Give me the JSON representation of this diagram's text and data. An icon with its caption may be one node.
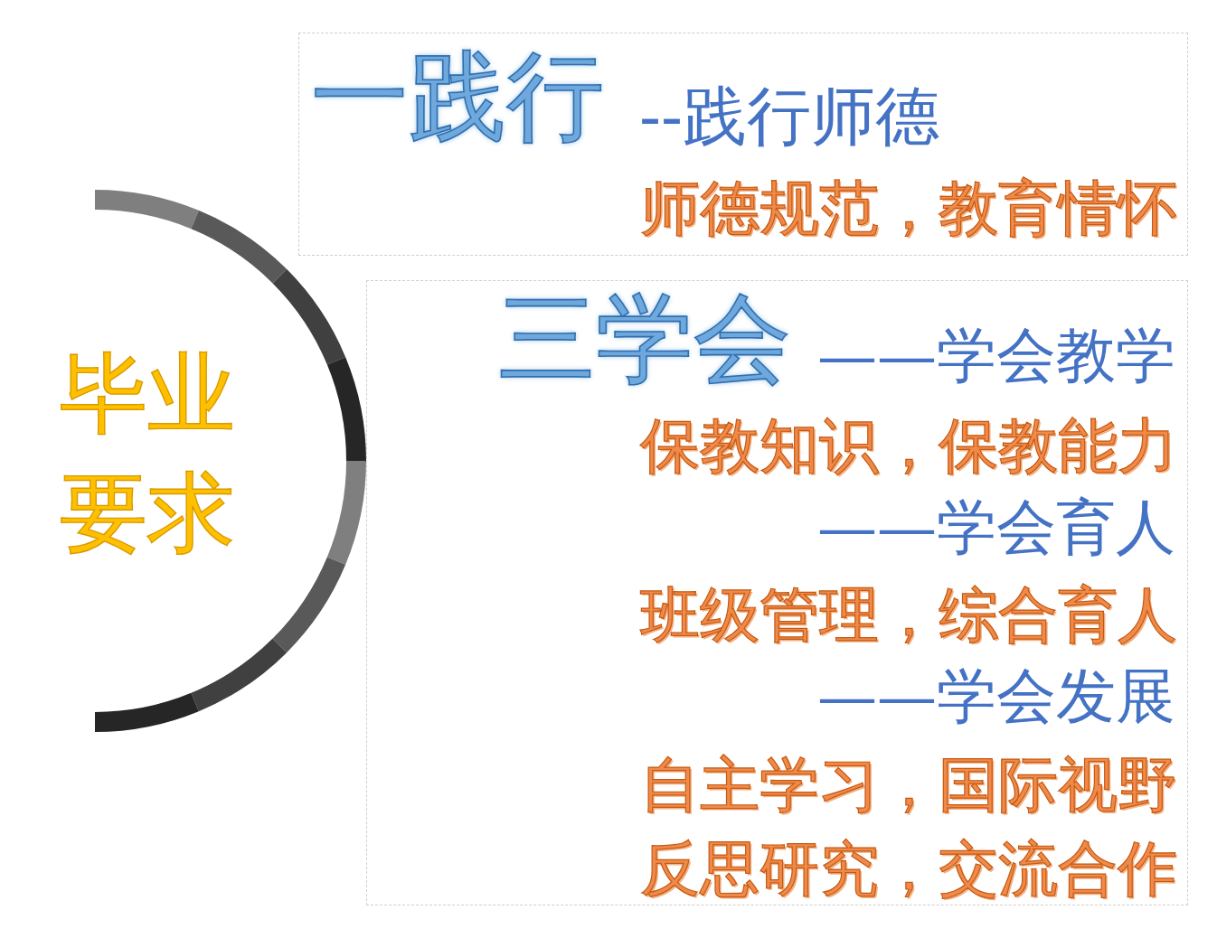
{
  "diagram": {
    "nodes": [
      {
        "text": [
          "毕业要求"
        ]
      },
      {
        "text": [
          "一践行",
          "--践行师德",
          "师德规范，教育情怀"
        ]
      },
      {
        "text": [
          "三学会",
          "——学会教学",
          "保教知识，保教能力",
          "——学会育人",
          "班级管理，综合育人",
          "——学会发展",
          "自主学习，国际视野",
          "反思研究，交流合作"
        ]
      }
    ]
  }
}
